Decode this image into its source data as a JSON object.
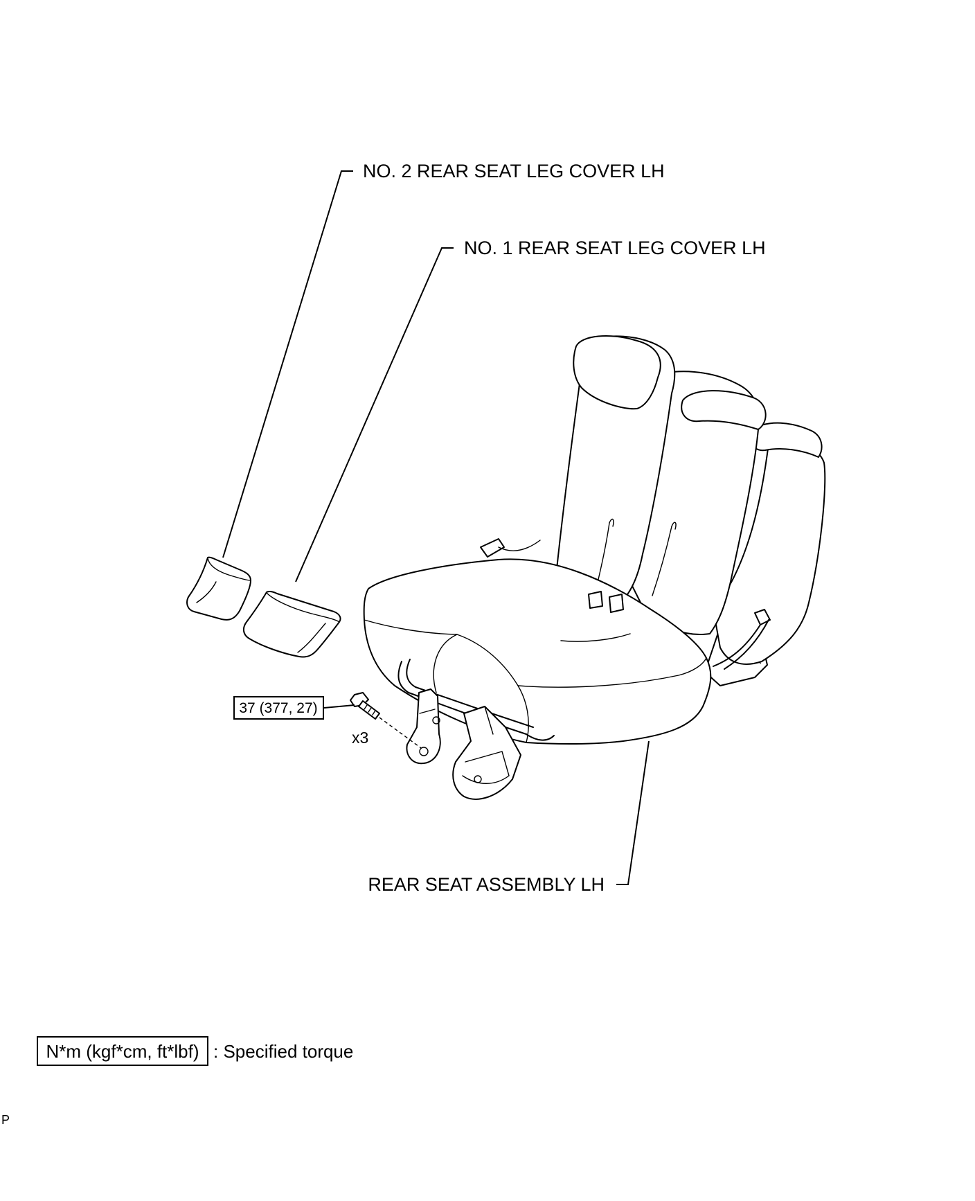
{
  "labels": {
    "leg_cover_2": "NO. 2 REAR SEAT LEG COVER LH",
    "leg_cover_1": "NO. 1 REAR SEAT LEG COVER LH",
    "seat_assembly": "REAR SEAT ASSEMBLY LH"
  },
  "torque": {
    "value": "37 (377, 27)",
    "quantity": "x3"
  },
  "legend": {
    "box_text": "N*m (kgf*cm, ft*lbf)",
    "description": ": Specified torque"
  },
  "page_code": "P"
}
